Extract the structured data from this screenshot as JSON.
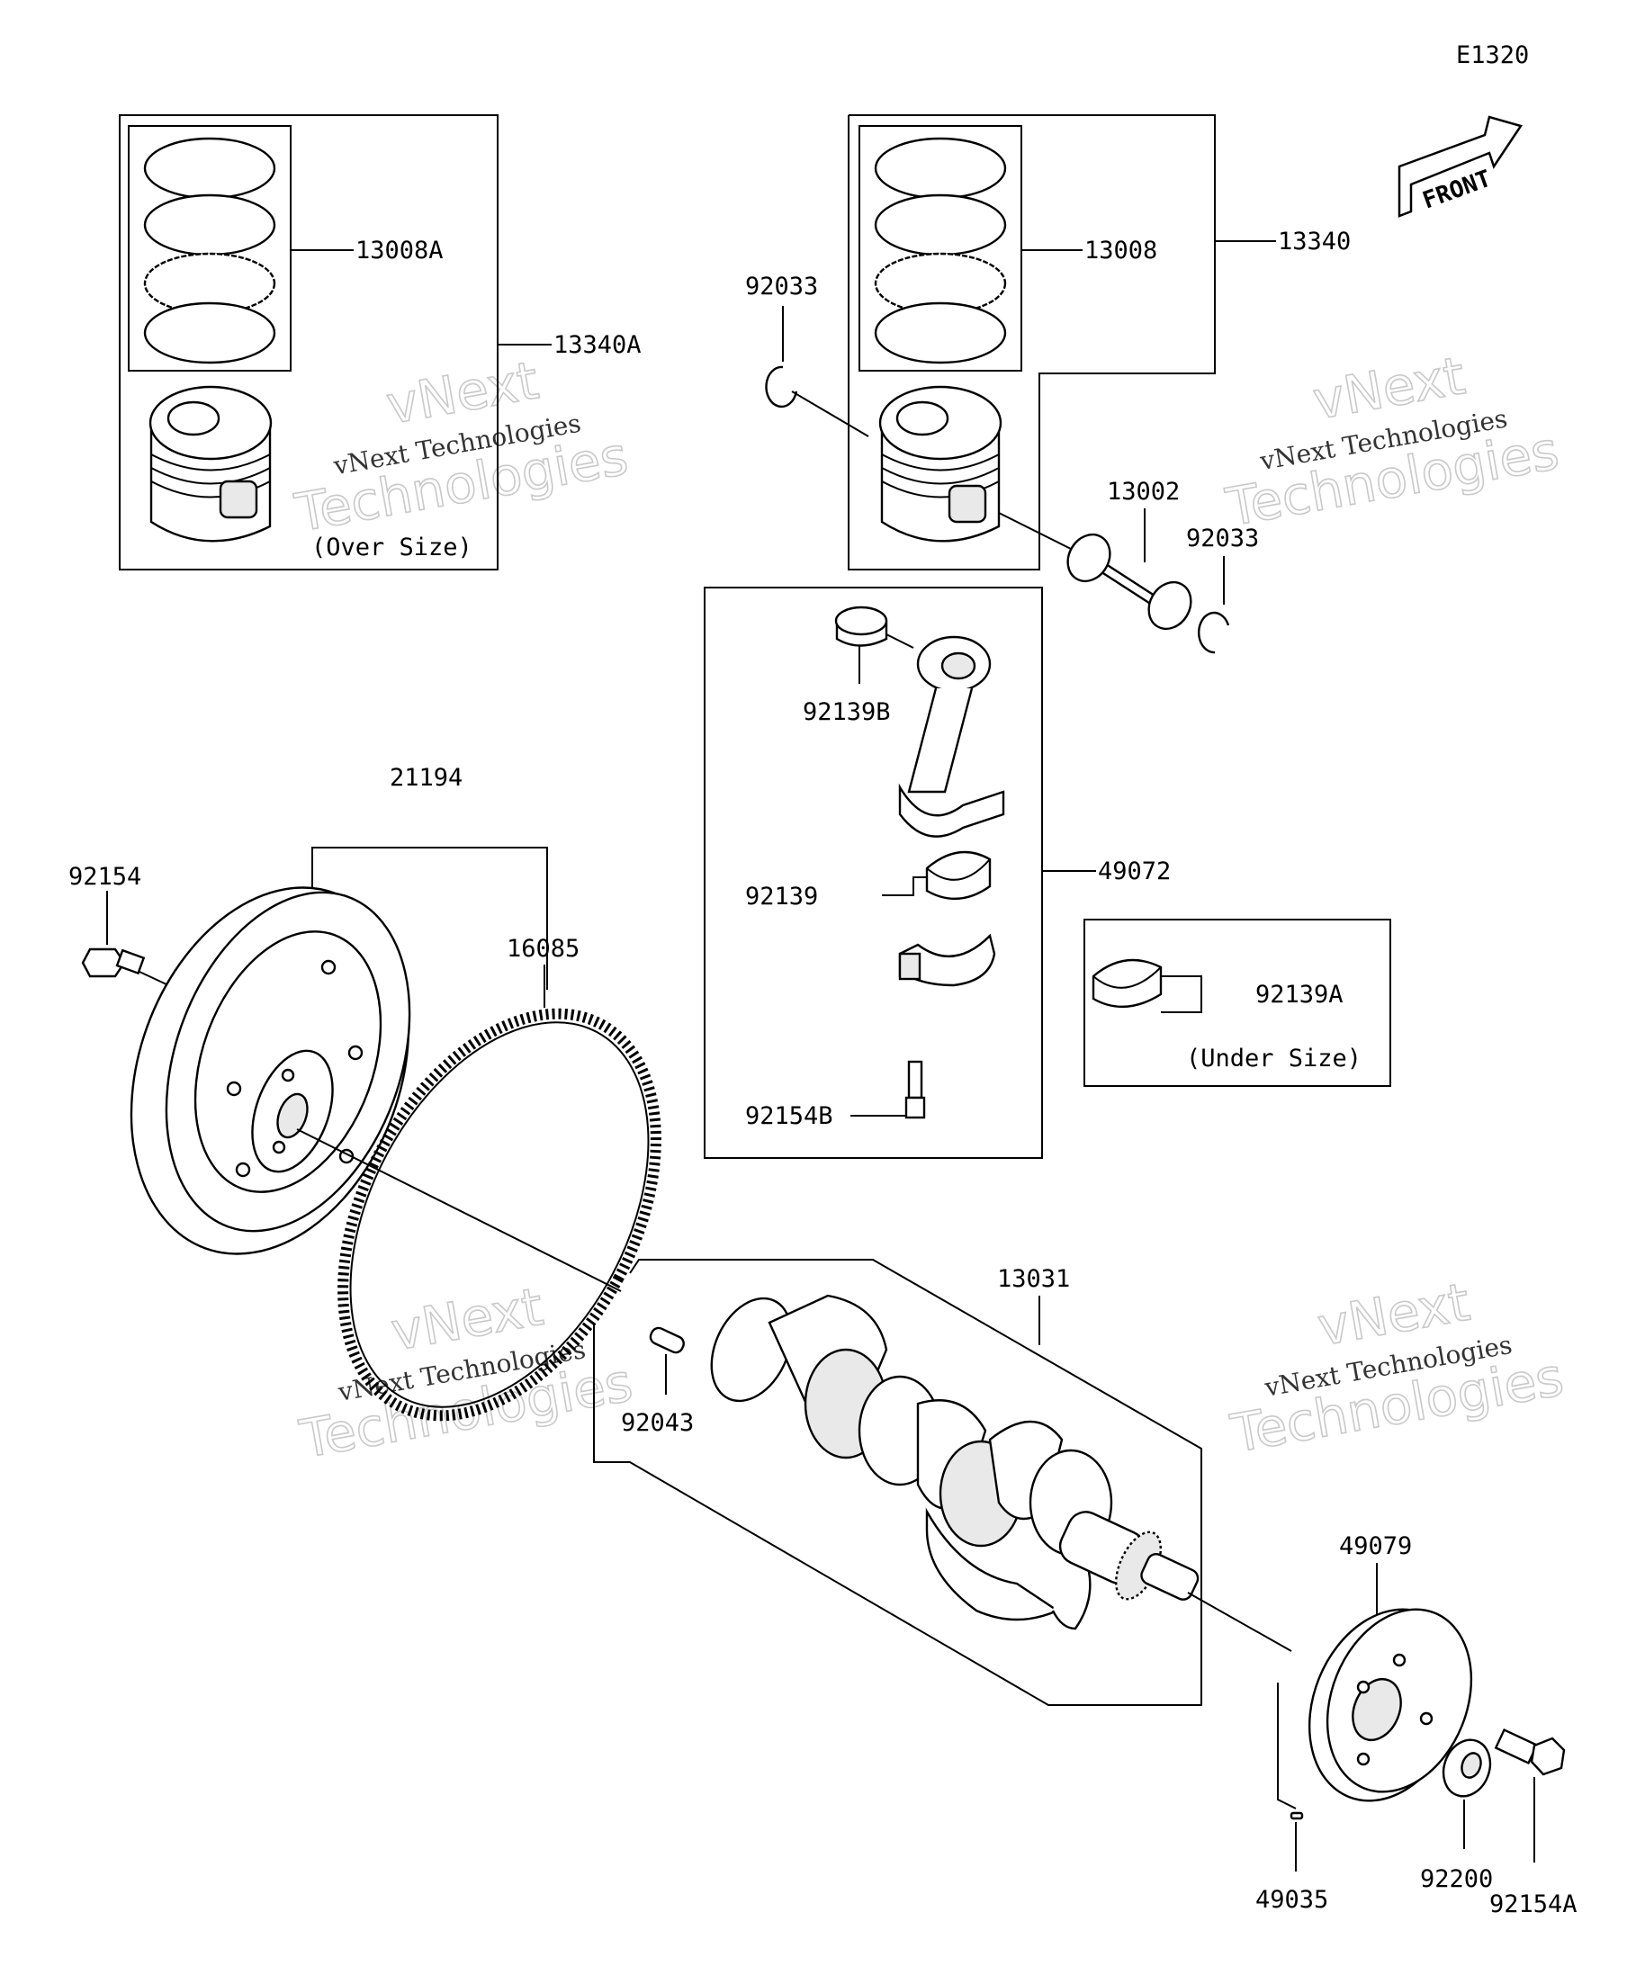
{
  "diagram_code": "E1320",
  "front_arrow_label": "FRONT",
  "watermark": {
    "big_line1": "vNext",
    "big_line2": "Technologies",
    "small": "vNext Technologies"
  },
  "labels": {
    "p13008A": "13008A",
    "p13340A": "13340A",
    "over_size": "(Over Size)",
    "p92033_a": "92033",
    "p13008": "13008",
    "p13340": "13340",
    "p13002": "13002",
    "p92033_b": "92033",
    "p92139B": "92139B",
    "p49072": "49072",
    "p92139": "92139",
    "p92139A": "92139A",
    "under_size": "(Under Size)",
    "p92154B": "92154B",
    "p21194": "21194",
    "p92154": "92154",
    "p16085": "16085",
    "p13031": "13031",
    "p92043": "92043",
    "p49079": "49079",
    "p92200": "92200",
    "p92154A": "92154A",
    "p49035": "49035"
  },
  "colors": {
    "line": "#000000",
    "watermark": "#c9c9c9",
    "background": "#ffffff"
  }
}
